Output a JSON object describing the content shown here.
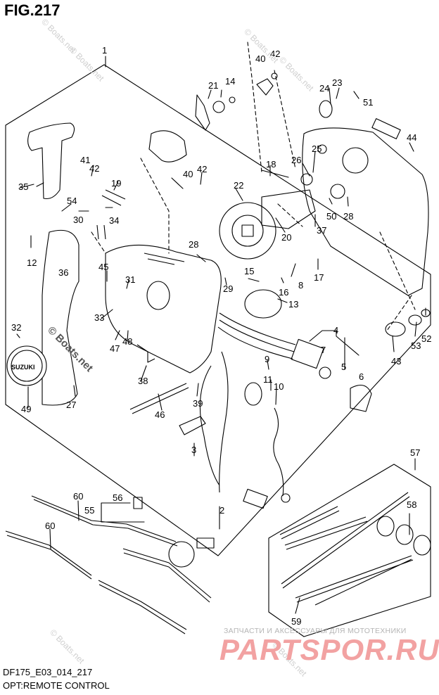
{
  "figure": {
    "title": "FIG.217"
  },
  "footer": {
    "code": "DF175_E03_014_217",
    "name": "OPT:REMOTE CONTROL"
  },
  "watermarks": {
    "boats": "© Boats.net"
  },
  "brand": {
    "tagline": "ЗАПЧАСТИ И АКСЕССУАРЫ ДЛЯ МОТОТЕХНИКИ",
    "logo": "PARTSPOR.RU"
  },
  "emblem": {
    "text": "SUZUKI"
  },
  "callouts": [
    "1",
    "2",
    "3",
    "4",
    "5",
    "6",
    "7",
    "8",
    "9",
    "10",
    "11",
    "12",
    "13",
    "14",
    "15",
    "16",
    "17",
    "18",
    "19",
    "20",
    "21",
    "22",
    "23",
    "24",
    "25",
    "26",
    "27",
    "28",
    "29",
    "30",
    "31",
    "32",
    "33",
    "34",
    "35",
    "36",
    "37",
    "38",
    "39",
    "40",
    "41",
    "42",
    "43",
    "44",
    "45",
    "46",
    "47",
    "48",
    "49",
    "50",
    "51",
    "52",
    "53",
    "54",
    "55",
    "56",
    "57",
    "58",
    "59",
    "60"
  ]
}
